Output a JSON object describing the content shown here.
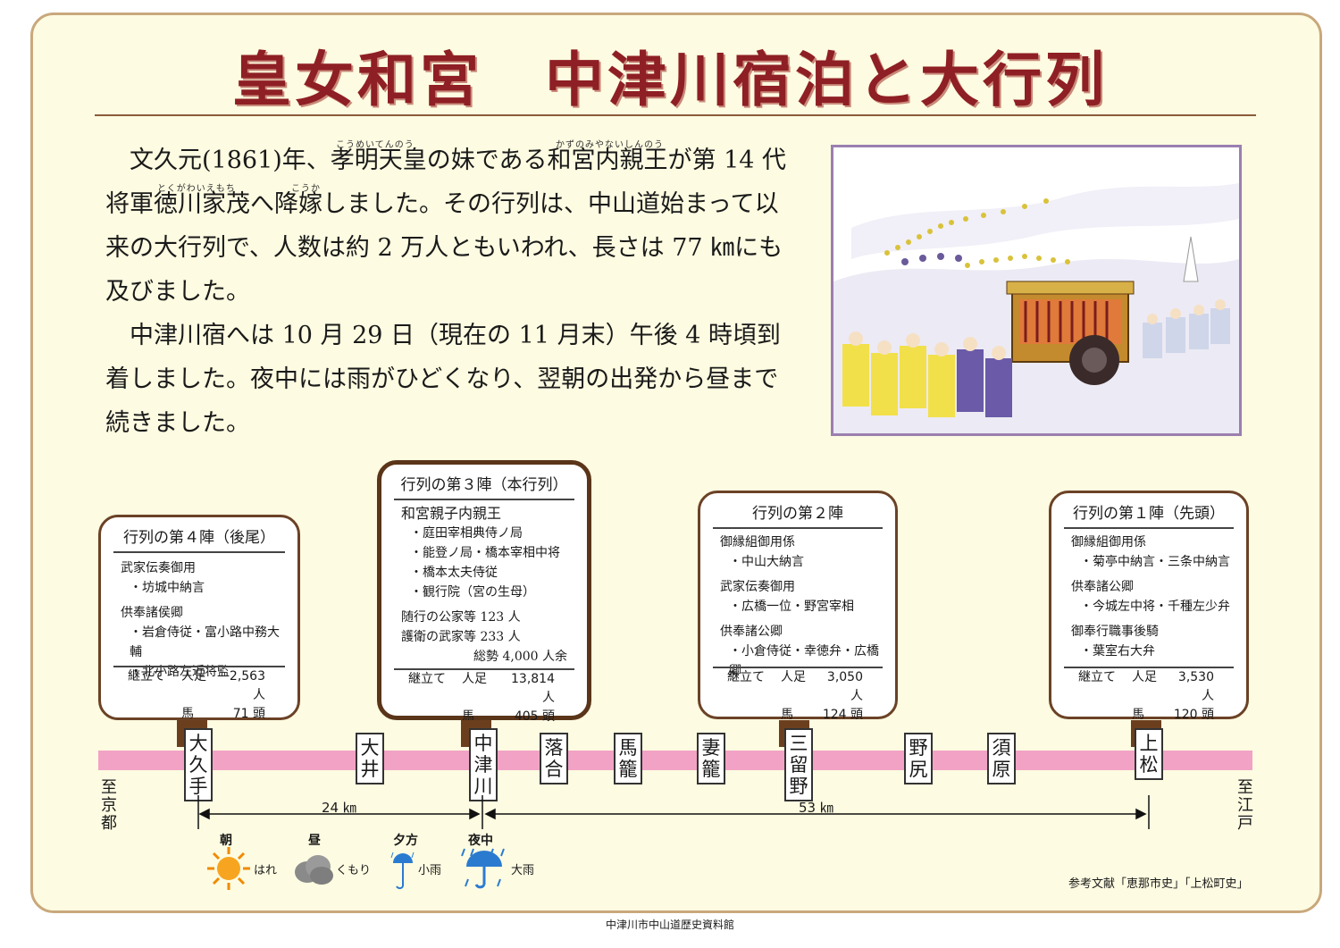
{
  "title": "皇女和宮　中津川宿泊と大行列",
  "paragraphs": [
    "文久元(1861)年、孝明天皇の妹である和宮内親王が第 14 代将軍徳川家茂へ降嫁しました。その行列は、中山道始まって以来の大行列で、人数は約 2 万人ともいわれ、長さは 77 ㎞にも及びました。",
    "中津川宿へは 10 月 29 日（現在の 11 月末）午後 4 時頃到着しました。夜中には雨がひどくなり、翌朝の出発から昼まで続きました。"
  ],
  "ruby": {
    "koumei": "こうめいてんのう",
    "kazunomiya": "かずのみやないしんのう",
    "iemochi": "とくがわいえもち",
    "kouka": "こうか"
  },
  "boxes": {
    "b4": {
      "title": "行列の第４陣（後尾）",
      "lines": [
        "武家伝奏御用",
        "・坊城中納言",
        "供奉諸侯卿",
        "・岩倉侍従・富小路中務大輔",
        "・北小路左近将監"
      ],
      "foot": {
        "label": "継立て",
        "row1_key": "人足",
        "row1_val": "2,563 人",
        "row2_key": "馬",
        "row2_val": "71 頭"
      }
    },
    "b3": {
      "title": "行列の第３陣（本行列）",
      "lines": [
        "和宮親子内親王",
        "・庭田宰相典侍ノ局",
        "・能登ノ局・橋本宰相中将",
        "・橋本太夫侍従",
        "・観行院（宮の生母）",
        "随行の公家等 123 人",
        "護衛の武家等 233 人",
        "総勢 4,000 人余"
      ],
      "foot": {
        "label": "継立て",
        "row1_key": "人足",
        "row1_val": "13,814 人",
        "row2_key": "馬",
        "row2_val": "405 頭"
      }
    },
    "b2": {
      "title": "行列の第２陣",
      "lines": [
        "御縁組御用係",
        "・中山大納言",
        "武家伝奏御用",
        "・広橋一位・野宮宰相",
        "供奉諸公卿",
        "・小倉侍従・幸徳弁・広橋卿"
      ],
      "foot": {
        "label": "継立て",
        "row1_key": "人足",
        "row1_val": "3,050 人",
        "row2_key": "馬",
        "row2_val": "124 頭"
      }
    },
    "b1": {
      "title": "行列の第１陣（先頭）",
      "lines": [
        "御縁組御用係",
        "・菊亭中納言・三条中納言",
        "供奉諸公卿",
        "・今城左中将・千種左少弁",
        "御奉行職事後騎",
        "・葉室右大弁"
      ],
      "foot": {
        "label": "継立て",
        "row1_key": "人足",
        "row1_val": "3,530 人",
        "row2_key": "馬",
        "row2_val": "120 頭"
      }
    }
  },
  "stations": [
    "大久手",
    "大井",
    "中津川",
    "落合",
    "馬籠",
    "妻籠",
    "三留野",
    "野尻",
    "須原",
    "上松"
  ],
  "ends": {
    "left": "至京都",
    "right": "至江戸"
  },
  "distances": {
    "d1": "24 ㎞",
    "d2": "53 ㎞"
  },
  "weather": [
    {
      "time": "朝",
      "label": "はれ",
      "icon": "sun-icon"
    },
    {
      "time": "昼",
      "label": "くもり",
      "icon": "cloud-icon"
    },
    {
      "time": "夕方",
      "label": "小雨",
      "icon": "umbrella-icon"
    },
    {
      "time": "夜中",
      "label": "大雨",
      "icon": "umbrella-rain-icon"
    }
  ],
  "reference": "参考文献「恵那市史」「上松町史」",
  "footer": "中津川市中山道歴史資料館",
  "colors": {
    "title": "#8e1f24",
    "board": "#fdfbe1",
    "border": "#c9a87c",
    "road": "#f2a3c5",
    "post": "#6b3f1e"
  }
}
